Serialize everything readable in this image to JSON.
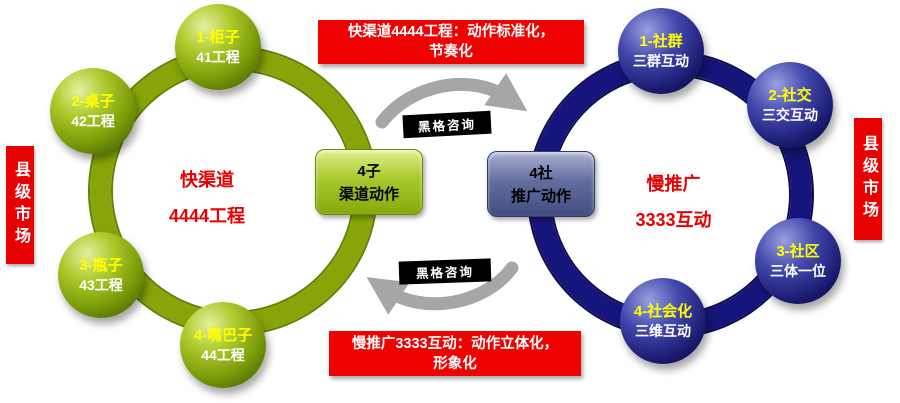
{
  "markets": {
    "left_label": "县级市场",
    "right_label": "县级市场"
  },
  "top_banner": {
    "line1": "快渠道4444工程：动作标准化，",
    "line2": "节奏化"
  },
  "bottom_banner": {
    "line1": "慢推广3333互动：动作立体化，",
    "line2": "形象化"
  },
  "left_circle": {
    "title": "快渠道",
    "subtitle": "4444工程",
    "nodes": [
      {
        "label": "1-柜子",
        "sub": "41工程"
      },
      {
        "label": "2-桌子",
        "sub": "42工程"
      },
      {
        "label": "3-瓶子",
        "sub": "43工程"
      },
      {
        "label": "4-嘴巴子",
        "sub": "44工程"
      }
    ]
  },
  "right_circle": {
    "title": "慢推广",
    "subtitle": "3333互动",
    "nodes": [
      {
        "label": "1-社群",
        "sub": "三群互动"
      },
      {
        "label": "2-社交",
        "sub": "三交互动"
      },
      {
        "label": "3-社区",
        "sub": "三体一位"
      },
      {
        "label": "4-社会化",
        "sub": "三维互动"
      }
    ]
  },
  "center_buttons": {
    "left": {
      "line1": "4子",
      "line2": "渠道动作"
    },
    "right": {
      "line1": "4社",
      "line2": "推广动作"
    }
  },
  "consulting": {
    "top_label": "黑格咨询",
    "bottom_label": "黑格咨询"
  },
  "colors": {
    "banner_red": "#ee0202",
    "title_red": "#e60000",
    "ring_green": "#86a509",
    "ring_navy": "#15157b",
    "node_text_yellow": "#ffff00",
    "arrow_gray": "#a6a6a6"
  }
}
